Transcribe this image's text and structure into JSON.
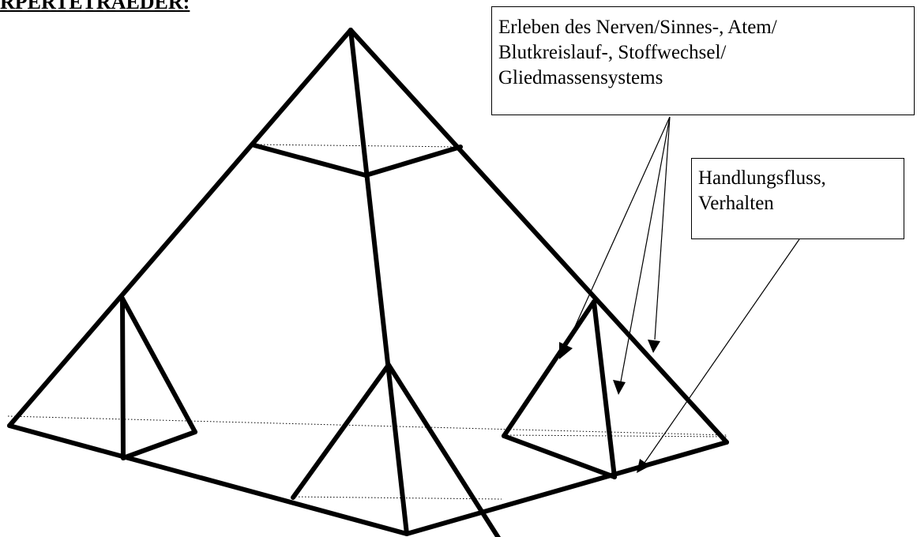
{
  "title": "RPERTETRAEDER:",
  "boxes": {
    "erleben": {
      "lines": [
        "Erleben des Nerven/Sinnes-, Atem/",
        "Blutkreislauf-, Stoffwechsel/",
        "Gliedmassensystems"
      ]
    },
    "handlung": {
      "lines": [
        "Handlungsfluss,",
        "Verhalten"
      ]
    }
  }
}
